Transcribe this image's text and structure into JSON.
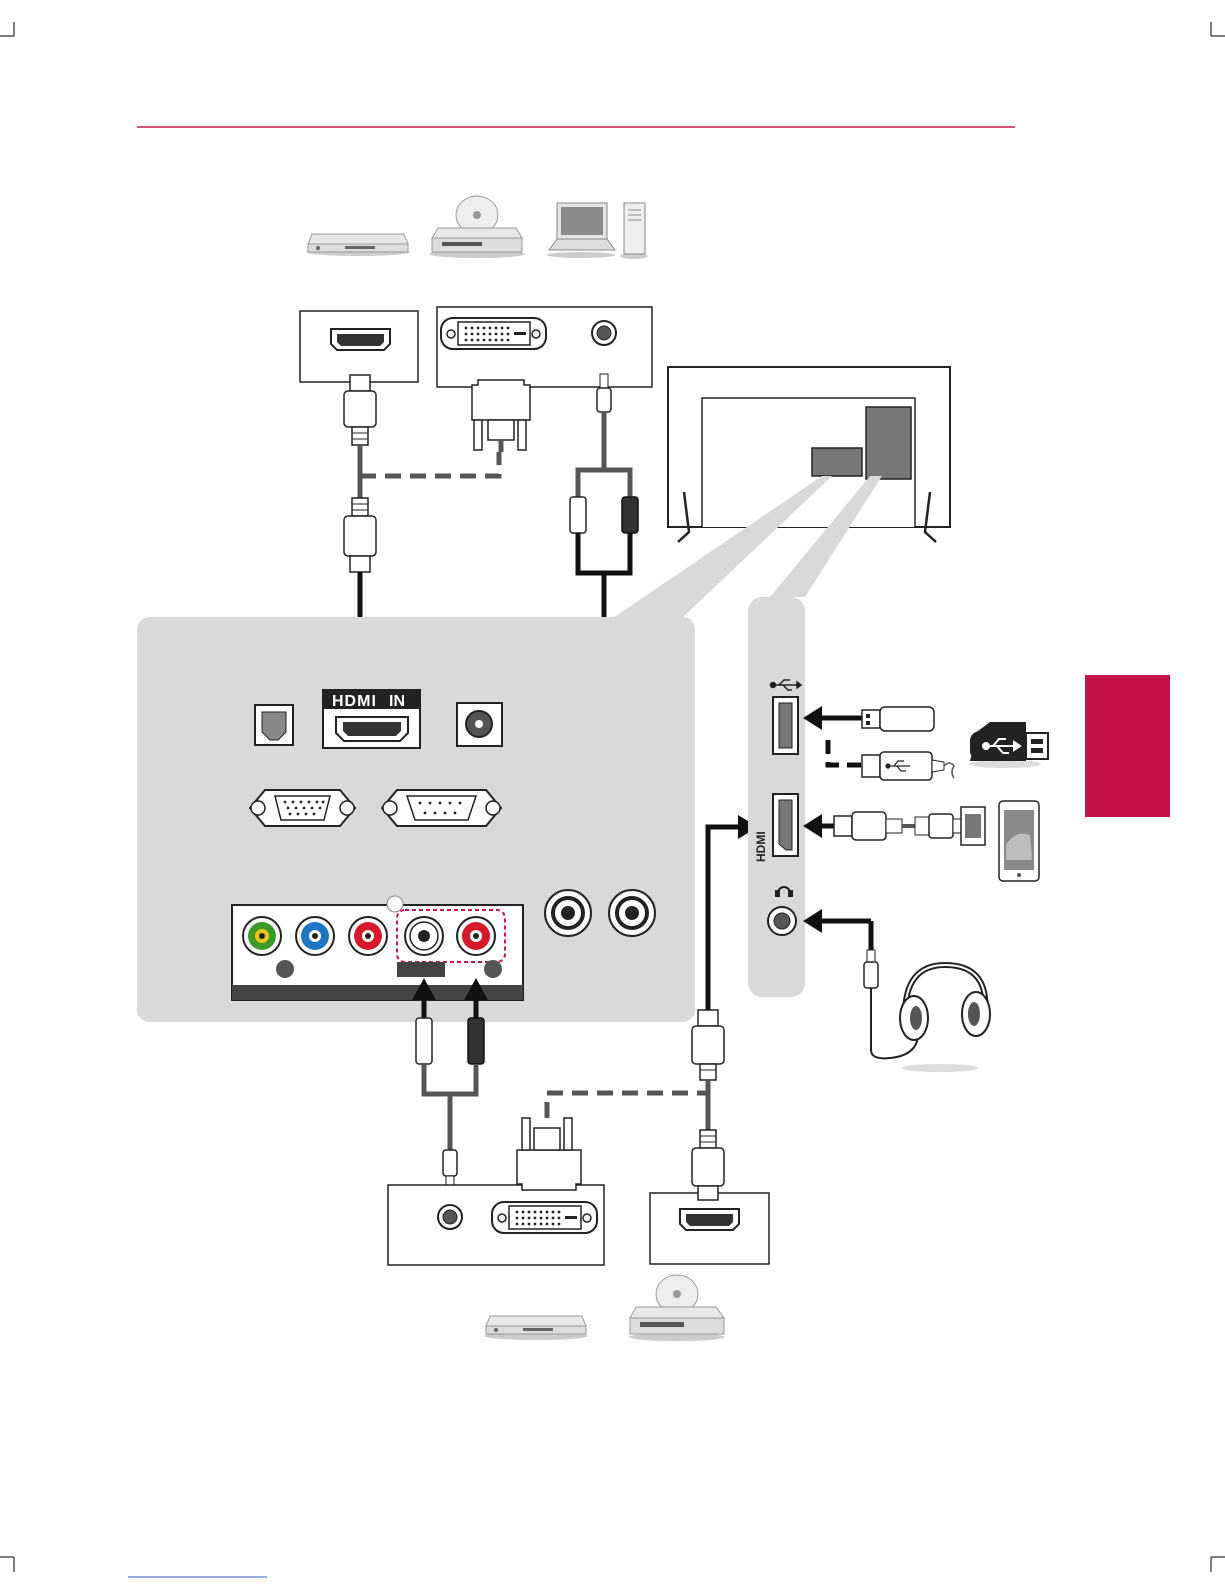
{
  "page": {
    "accent_color": "#c8174f",
    "side_tab_color": "#c50f48",
    "panel_color": "#d9d9d9",
    "cable_color": "#111111",
    "dashed_cable_color": "#555555"
  },
  "labels": {
    "hdmi_in": "IN",
    "hdmi_logo": "HDMI",
    "side_hdmi_logo": "HDMI"
  },
  "icons": {
    "top_devices": [
      "dvd-player-icon",
      "bluray-player-icon",
      "laptop-icon",
      "desktop-tower-icon"
    ],
    "bottom_devices": [
      "dvd-player-icon",
      "bluray-player-icon"
    ],
    "side_devices": [
      "usb-stick-icon",
      "usb-cable-icon",
      "smartphone-icon",
      "headphones-icon",
      "usb-symbol-icon",
      "headphone-symbol-icon"
    ]
  }
}
